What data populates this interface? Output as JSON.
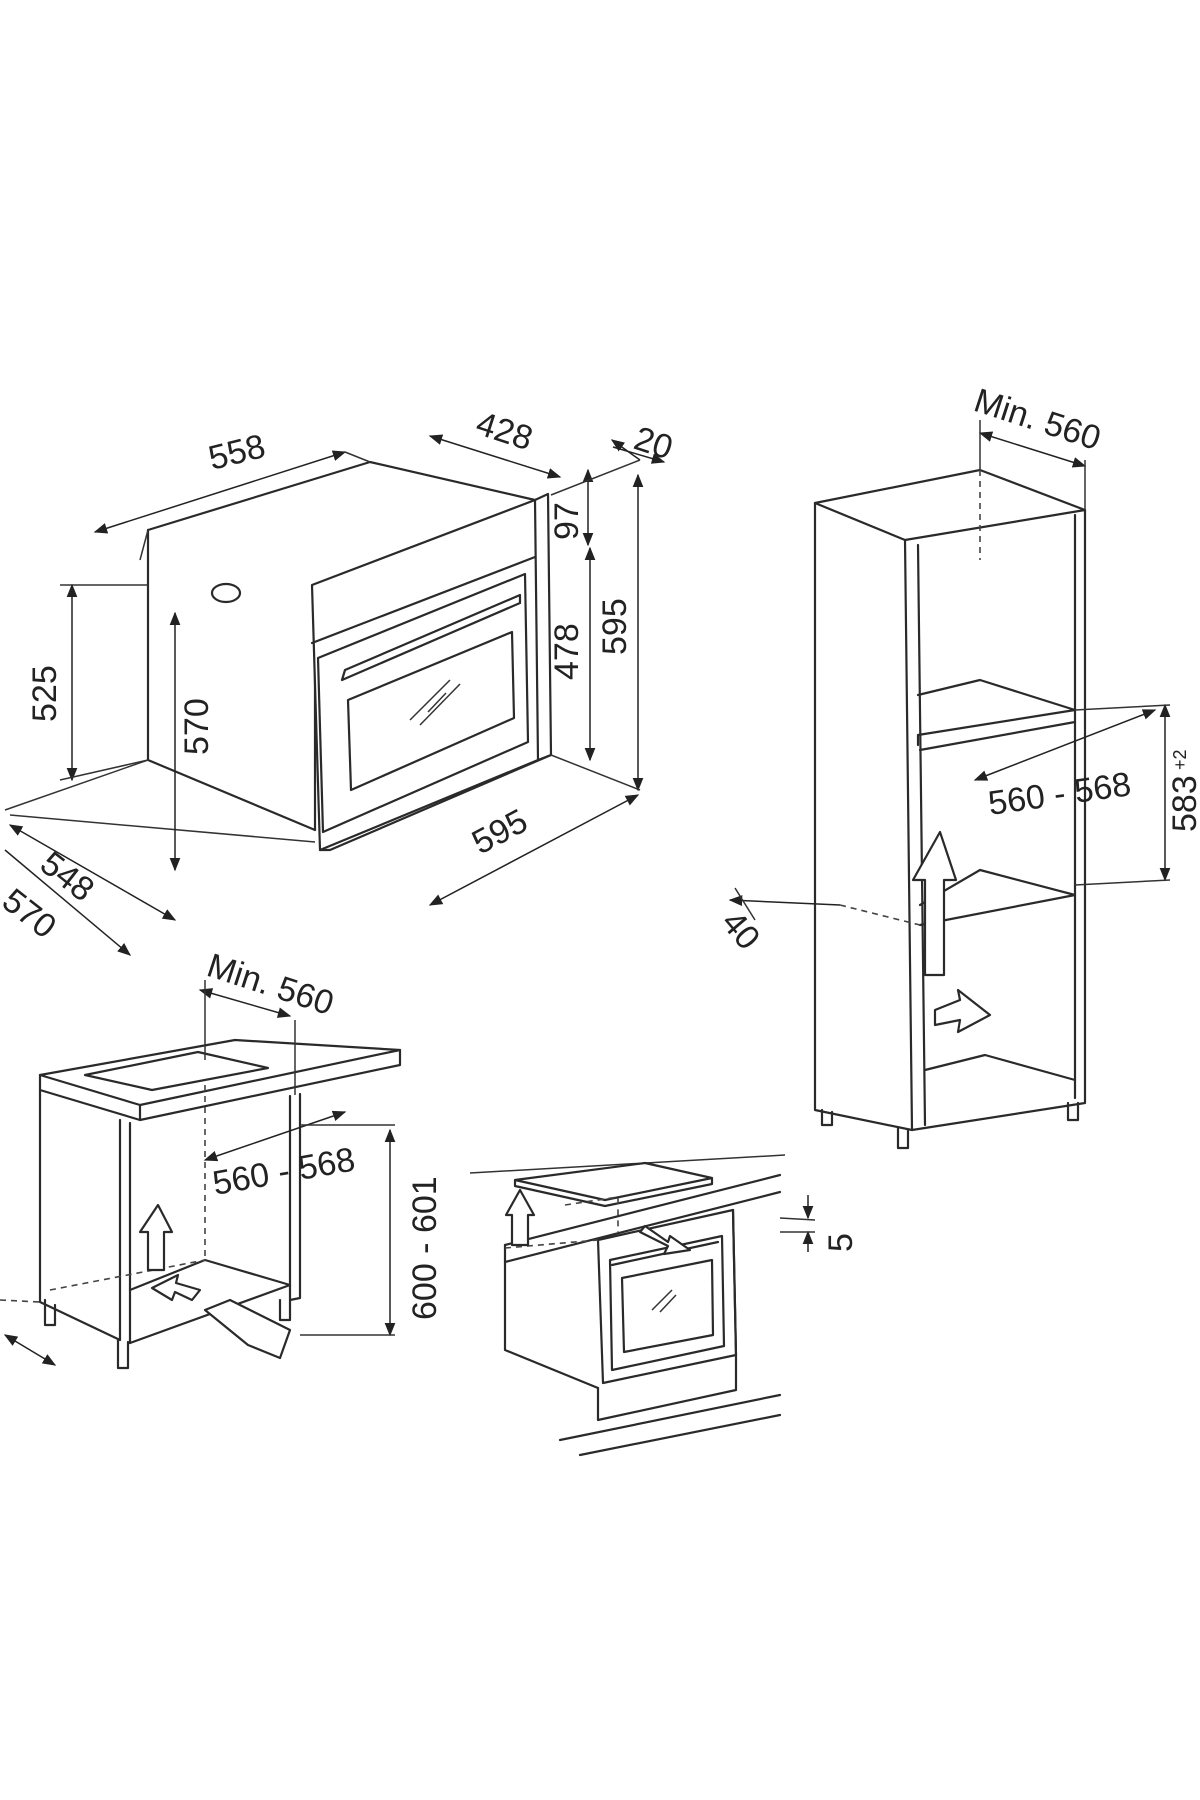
{
  "dimensions": {
    "oven_top_width": "558",
    "oven_top_depth": "428",
    "front_panel_thickness": "20",
    "control_panel_height": "97",
    "door_height": "478",
    "front_height": "595",
    "body_height": "525",
    "side_height": "570",
    "bottom_depth": "548",
    "total_depth": "570",
    "front_width": "595",
    "column_min_depth": "Min. 560",
    "column_niche_width": "560 - 568",
    "column_niche_height": "583",
    "column_niche_height_tolerance": "+2",
    "column_rear_gap": "40",
    "under_counter_min_depth": "Min. 560",
    "under_counter_niche_width": "560 - 568",
    "under_counter_niche_height": "600 - 601",
    "hob_clearance": "5"
  },
  "colors": {
    "line": "#2a2a2a",
    "background": "#ffffff"
  },
  "icons": [
    "airflow-arrow-icon"
  ]
}
